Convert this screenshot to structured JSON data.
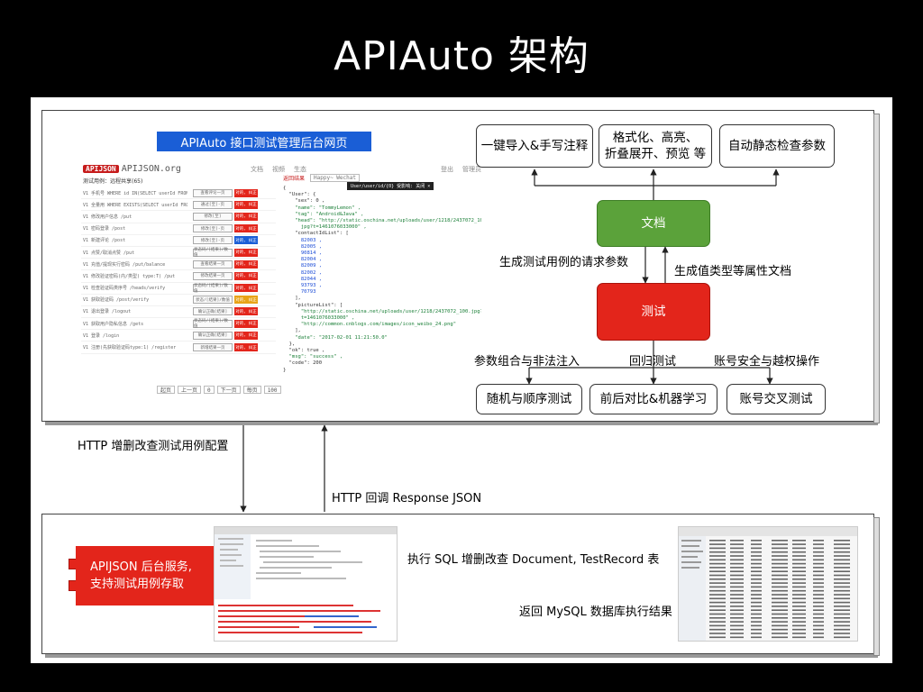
{
  "slide_title": "APIAuto 架构",
  "top_panel": {
    "banner": "APIAuto 接口测试管理后台网页",
    "mock": {
      "logo_badge": "APIJSON",
      "logo_text": "APIJSON.org",
      "nav": [
        "文档",
        "视频",
        "生态"
      ],
      "nav_right": [
        "登出",
        "管理员"
      ],
      "list_title": "测试用例：远程共享(65)",
      "rows": [
        {
          "text": "V1 手机号 WHERE id IN(SELECT userId FROM Com",
          "button": "查看评论一页",
          "color": "#e3251b",
          "status": "对的, 纠正"
        },
        {
          "text": "V1 全量用 WHERE EXISTS(SELECT userId FROM Com",
          "button": "通过[至]-页",
          "color": "#e3251b",
          "status": "对的, 纠正"
        },
        {
          "text": "V1 修改用户信息 /put",
          "button": "修改[至]",
          "color": "#e3251b",
          "status": "对的, 纠正"
        },
        {
          "text": "V1 密码登录 /post",
          "button": "修改[至]-页",
          "color": "#e3251b",
          "status": "对的, 纠正"
        },
        {
          "text": "V1 新建评论 /post",
          "button": "修改[至]-页",
          "color": "#1a5ed6",
          "status": "对的, 纠正"
        },
        {
          "text": "V1 点赞/取消点赞 /put",
          "button": "状态码/[结果]/数值",
          "color": "#e3251b",
          "status": "对的, 纠正"
        },
        {
          "text": "V1 充值/提现实行密码 /put/balance",
          "button": "查看结果一页",
          "color": "#e3251b",
          "status": "对的, 纠正"
        },
        {
          "text": "V1 修改验证密码(内/类型) type:T) /put",
          "button": "修改结果一页",
          "color": "#e3251b",
          "status": "对的, 纠正"
        },
        {
          "text": "V1 检查验证码类序号 /heads/verify",
          "button": "状态码/[结果]/数值",
          "color": "#e3251b",
          "status": "对的, 纠正"
        },
        {
          "text": "V1 获取验证码 /post/verify",
          "button": "状态/[结果]/数值",
          "color": "#e8a317",
          "status": "对的, 纠正"
        },
        {
          "text": "V1 退出登录 /logout",
          "button": "确认正确[结果]",
          "color": "#e3251b",
          "status": "对的, 纠正"
        },
        {
          "text": "V1 获取用户隐私信息 /gets",
          "button": "状态码/[结果]/数值",
          "color": "#e3251b",
          "status": "对的, 纠正"
        },
        {
          "text": "V1 登录 /login",
          "button": "确认正确[结果]",
          "color": "#e3251b",
          "status": "对的, 纠正"
        },
        {
          "text": "V1 注册(先获取验证码type:1) /register",
          "button": "新增结果一页",
          "color": "#e3251b",
          "status": "对的, 纠正"
        }
      ],
      "pager": [
        "起页",
        "上一页",
        "0",
        "下一页",
        "每页",
        "100"
      ],
      "toolbar": [
        "返回结果",
        "Happy~ Wechat"
      ],
      "popup": "User/user/id/{0} 受影响: 关闭 ×",
      "json_lines": [
        "{",
        "  \"User\": {",
        "    \"sex\": 0 ,",
        "    \"name\": \"TommyLemon\" ,",
        "    \"tag\": \"Android&Java\" ,",
        "    \"head\": \"http://static.oschina.net/uploads/user/1218/2437072_100.",
        "      jpg?t=1461076033000\" ,",
        "    \"contactIdList\": [",
        "      82003 ,",
        "      82005 ,",
        "      90814 ,",
        "      82004 ,",
        "      82009 ,",
        "      82002 ,",
        "      82044 ,",
        "      93793 ,",
        "      70793",
        "    ],",
        "    \"pictureList\": [",
        "      \"http://static.oschina.net/uploads/user/1218/2437072_100.jpg?",
        "      t=1461076033000\" ,",
        "      \"http://common.cnblogs.com/images/icon_weibo_24.png\"",
        "    ],",
        "    \"date\": \"2017-02-01 11:21:50.0\"",
        "  },",
        "  \"ok\": true ,",
        "  \"msg\": \"success\" ,",
        "  \"code\": 200",
        "}"
      ]
    },
    "nodes": {
      "import": "一键导入&手写注释",
      "format": [
        "格式化、高亮、",
        "折叠展开、预览 等"
      ],
      "static_check": "自动静态检查参数",
      "doc": "文档",
      "test": "测试",
      "random": "随机与顺序测试",
      "compare": "前后对比&机器学习",
      "cross_account": "账号交叉测试"
    },
    "labels": {
      "gen_params": "生成测试用例的请求参数",
      "gen_doc": "生成值类型等属性文档",
      "combo": "参数组合与非法注入",
      "regression": "回归测试",
      "security": "账号安全与越权操作"
    }
  },
  "middle": {
    "http_crud": "HTTP 增删改查测试用例配置",
    "http_callback": "HTTP 回调 Response JSON"
  },
  "bottom_panel": {
    "server": [
      "APIJSON 后台服务,",
      "支持测试用例存取"
    ],
    "exec_sql": "执行 SQL 增删改查 Document, TestRecord 表",
    "return_mysql": "返回 MySQL 数据库执行结果"
  }
}
